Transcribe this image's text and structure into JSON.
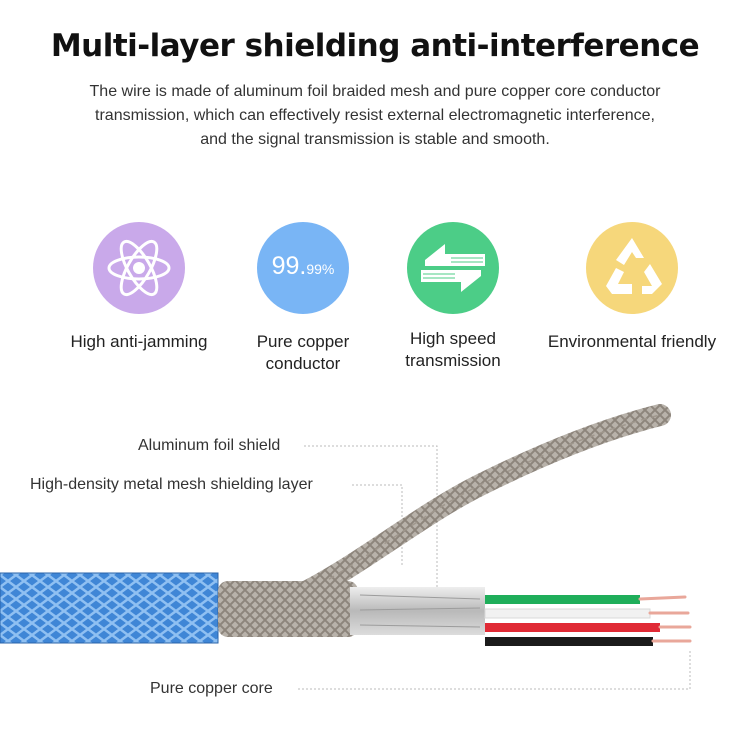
{
  "header": {
    "title": "Multi-layer shielding anti-interference",
    "description_lines": [
      "The wire is made of aluminum foil braided mesh and pure copper core conductor",
      "transmission, which can effectively resist external electromagnetic interference,",
      "and the signal transmission is stable and smooth."
    ]
  },
  "features": [
    {
      "icon": "atom-icon",
      "color": "#c7a7ea",
      "label_lines": [
        "High anti-jamming"
      ]
    },
    {
      "icon": "percent-badge-icon",
      "color": "#79b4f5",
      "value_main": "99.",
      "value_small": "99%",
      "label_lines": [
        "Pure copper",
        "conductor"
      ]
    },
    {
      "icon": "transfer-arrows-icon",
      "color": "#4ccd87",
      "label_lines": [
        "High speed",
        "transmission"
      ]
    },
    {
      "icon": "recycle-icon",
      "color": "#f5d77a",
      "label_lines": [
        "Environmental friendly"
      ]
    }
  ],
  "cable": {
    "annotations": {
      "foil": "Aluminum foil shield",
      "mesh": "High-density metal mesh shielding layer",
      "core": "Pure copper core"
    },
    "wire_colors": [
      "#1fae5a",
      "#f1f1f1",
      "#e02a35",
      "#1b1b1b"
    ],
    "jacket_color": "#3a7fd0"
  }
}
